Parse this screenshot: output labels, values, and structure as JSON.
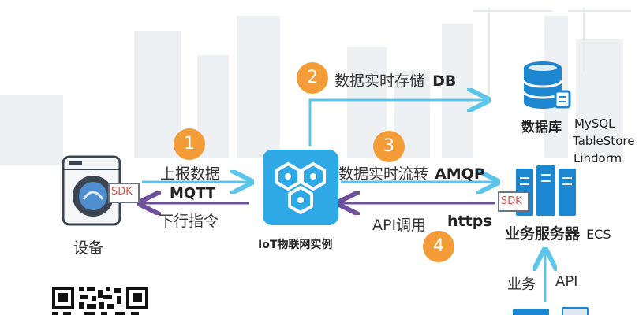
{
  "colors": {
    "iot_blue": "#2fa9e6",
    "db_blue": "#1d86d0",
    "arrow_blue": "#5cc6ea",
    "arrow_purple": "#6f4e9b",
    "step_orange": "#f39c38",
    "sdk_red": "#e04b44"
  },
  "nodes": {
    "device": "设备",
    "iot": "IoT物联网实例",
    "db": "数据库",
    "db_products": [
      "MySQL",
      "TableStore",
      "Lindorm"
    ],
    "server": "业务服务器",
    "server_suffix": "ECS",
    "sdk": "SDK"
  },
  "steps": [
    "1",
    "2",
    "3",
    "4"
  ],
  "edges": {
    "upload": "上报数据",
    "mqtt": "MQTT",
    "downlink": "下行指令",
    "store": "数据实时存储",
    "store_target": "DB",
    "flow": "数据实时流转",
    "flow_target": "AMQP",
    "api_call": "API调用",
    "api_protocol": "https",
    "business": "业务",
    "business_api": "API"
  },
  "icons": [
    "washing-machine-icon",
    "iot-hub-icon",
    "database-icon",
    "server-rack-icon",
    "qr-code-icon"
  ]
}
